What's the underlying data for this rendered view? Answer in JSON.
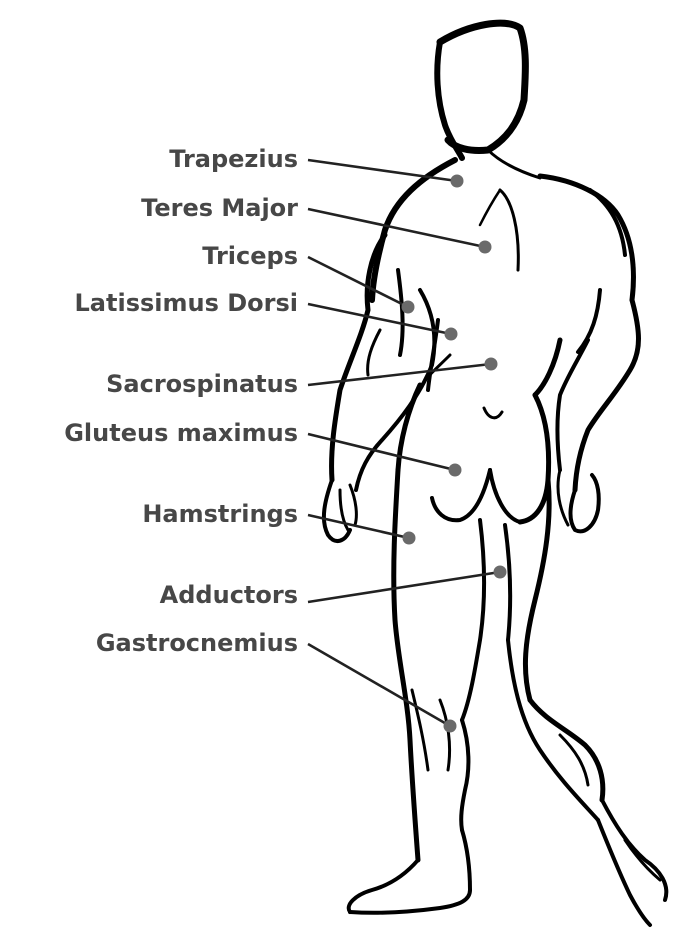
{
  "labels": [
    "Trapezius",
    "Teres Major",
    "Triceps",
    "Latissimus Dorsi",
    "Sacrospinatus",
    "Gluteus maximus",
    "Hamstrings",
    "Adductors",
    "Gastrocnemius"
  ],
  "colors": {
    "label_text": "#474747",
    "leader_line": "#222222",
    "marker_dot": "#6a6a6a",
    "outline": "#000000"
  }
}
